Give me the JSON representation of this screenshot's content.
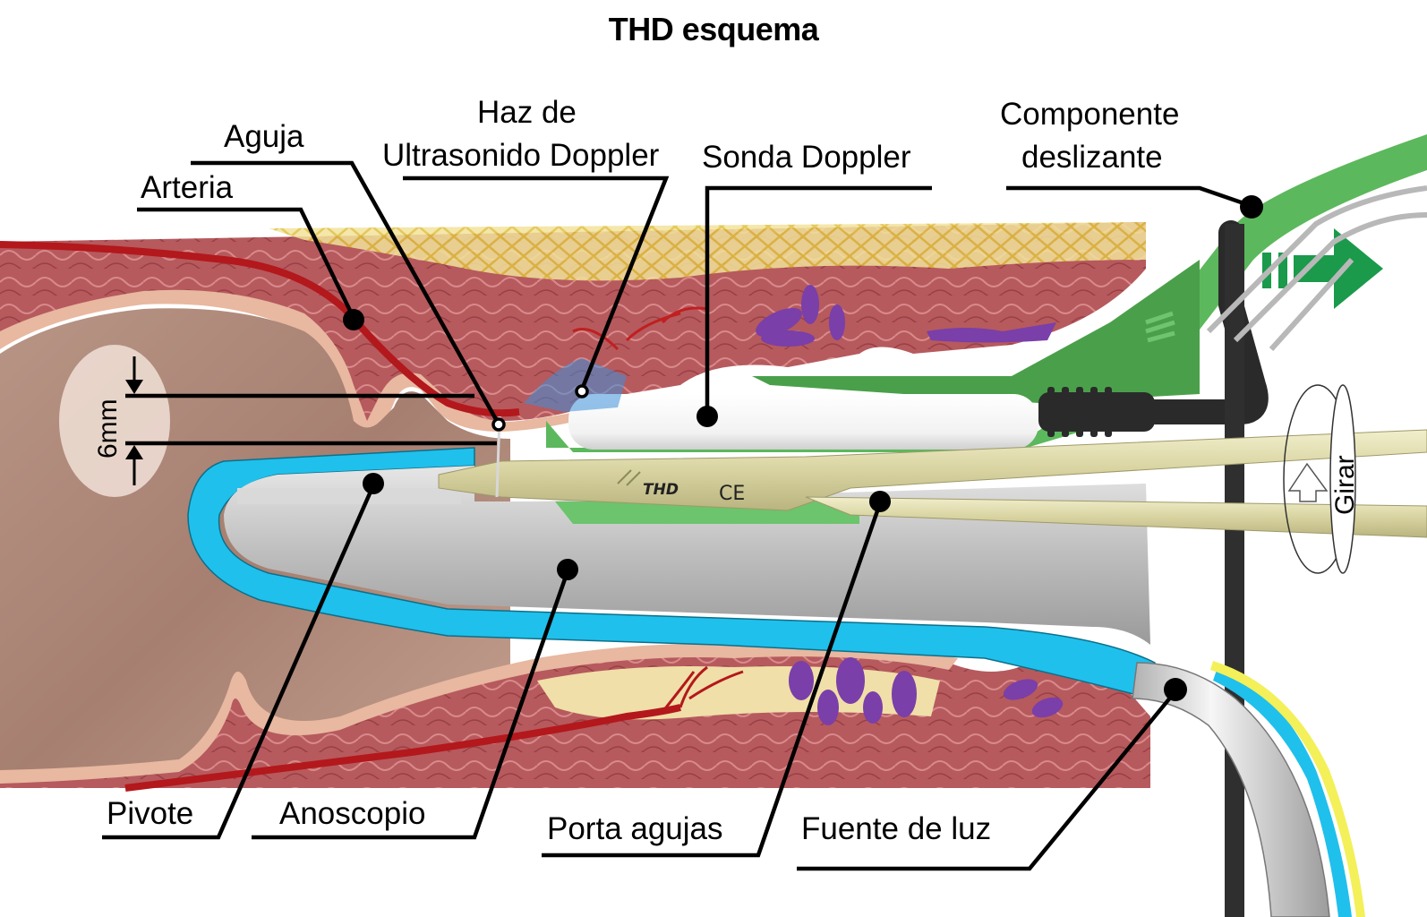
{
  "title": "THD esquema",
  "labels": {
    "aguja": "Aguja",
    "arteria": "Arteria",
    "haz_line1": "Haz de",
    "haz_line2": "Ultrasonido Doppler",
    "sonda": "Sonda Doppler",
    "componente_line1": "Componente",
    "componente_line2": "deslizante",
    "pivote": "Pivote",
    "anoscopio": "Anoscopio",
    "porta_agujas": "Porta agujas",
    "fuente_luz": "Fuente de luz",
    "girar": "Girar",
    "measurement": "6mm"
  },
  "device_marking": {
    "brand": "THD",
    "certification": "CE"
  },
  "colors": {
    "tissue_muscle": "#b5555a",
    "tissue_fat": "#e8d36a",
    "mucosa": "#e9b9a3",
    "lumen": "#b08878",
    "artery": "#b3181c",
    "anoscope_outline": "#1fc0ec",
    "anoscope_body": "#c8c8c8",
    "slider_green": "#5cb85c",
    "arrow_green": "#1a9a4a",
    "needle_holder": "#ddd9a8",
    "probe_white": "#f4f4f4",
    "cable_black": "#2a2a2a",
    "light_yellow": "#f3f05a",
    "hemorrhoid_purple": "#7a3fa8"
  }
}
